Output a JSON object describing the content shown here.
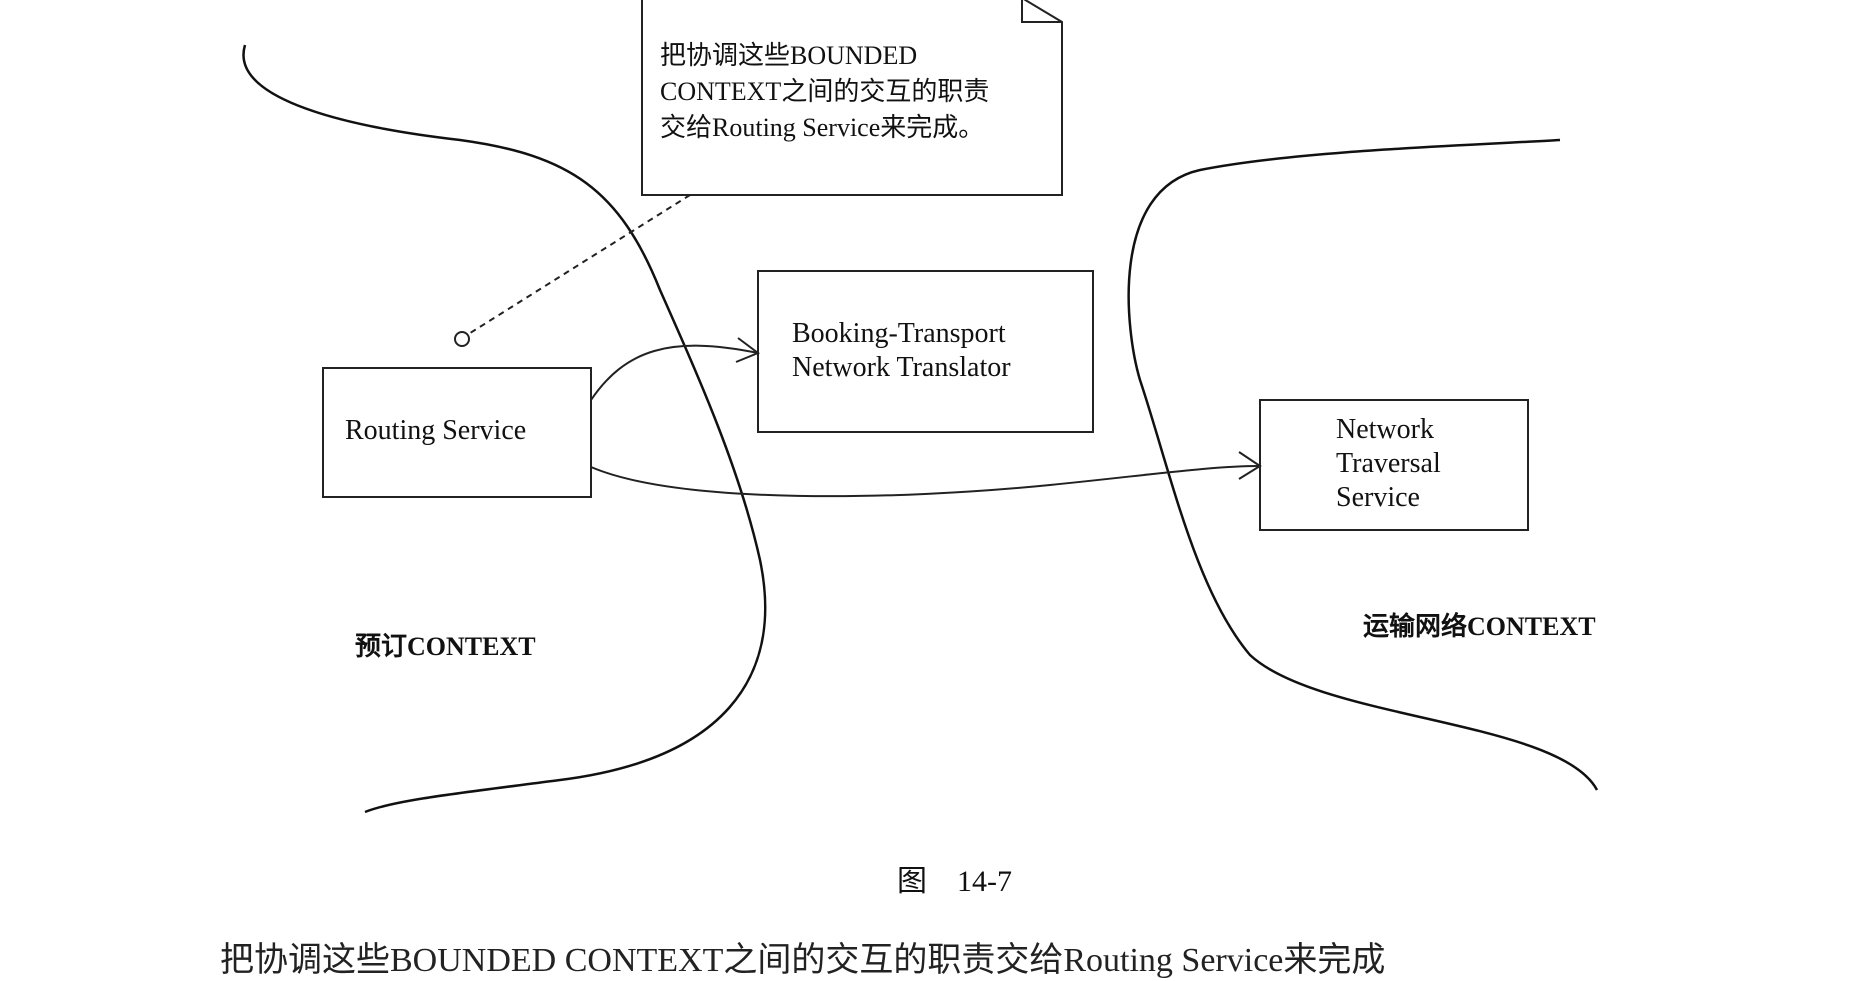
{
  "note": {
    "lines": [
      "把协调这些BOUNDED",
      "CONTEXT之间的交互的职责",
      "交给Routing Service来完成。"
    ]
  },
  "boxes": {
    "routing_service": "Routing Service",
    "translator": [
      "Booking-Transport",
      "Network Translator"
    ],
    "traversal": [
      "Network",
      "Traversal",
      "Service"
    ]
  },
  "contexts": {
    "booking": "预订CONTEXT",
    "transport": "运输网络CONTEXT"
  },
  "caption": "图    14-7",
  "bottom_text": "把协调这些BOUNDED CONTEXT之间的交互的职责交给Routing Service来完成"
}
